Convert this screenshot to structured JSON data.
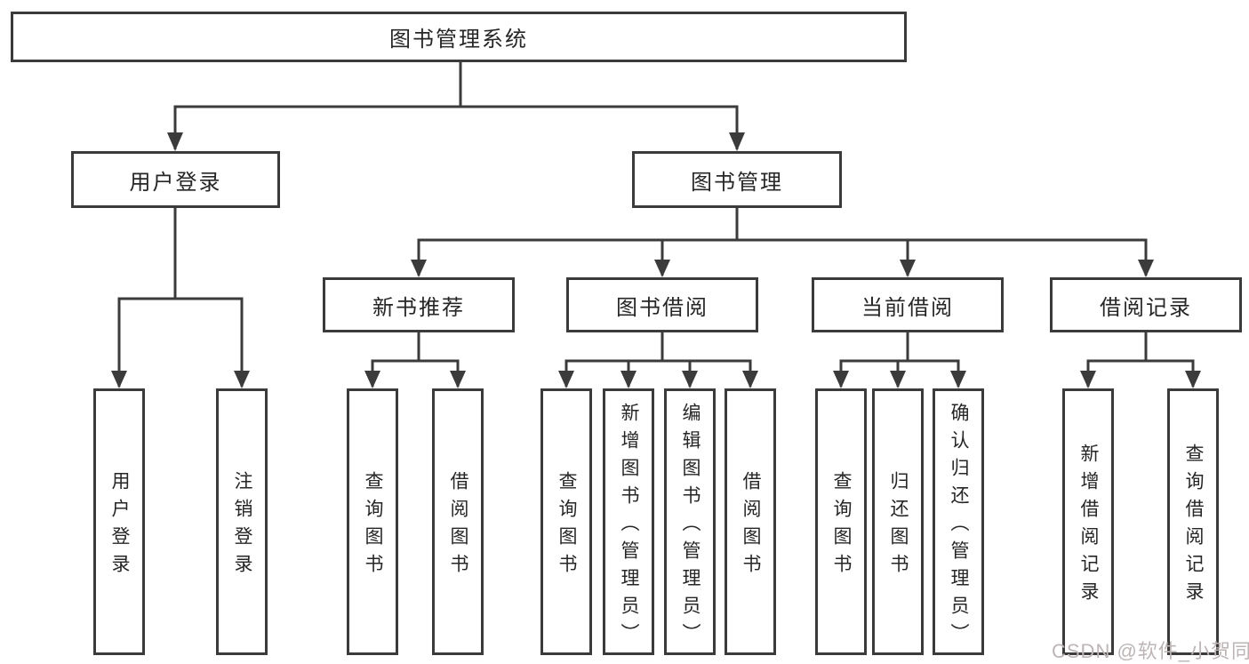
{
  "diagram_title": "图书管理系统",
  "tree": {
    "root": {
      "label": "图书管理系统"
    },
    "branches": [
      {
        "label": "用户登录",
        "children": [
          "用户登录",
          "注销登录"
        ]
      },
      {
        "label": "图书管理",
        "children": [
          {
            "label": "新书推荐",
            "children": [
              "查询图书",
              "借阅图书"
            ]
          },
          {
            "label": "图书借阅",
            "children": [
              "查询图书",
              "新增图书（管理员）",
              "编辑图书（管理员）",
              "借阅图书"
            ]
          },
          {
            "label": "当前借阅",
            "children": [
              "查询图书",
              "归还图书",
              "确认归还（管理员）"
            ]
          },
          {
            "label": "借阅记录",
            "children": [
              "新增借阅记录",
              "查询借阅记录"
            ]
          }
        ]
      }
    ]
  },
  "watermark": "CSDN @软件_小贺同学",
  "colors": {
    "background": "#ffffff",
    "line": "#3b3b3b",
    "box_border": "#3b3b3b",
    "text": "#262626",
    "watermark": "#bdb5b5"
  }
}
